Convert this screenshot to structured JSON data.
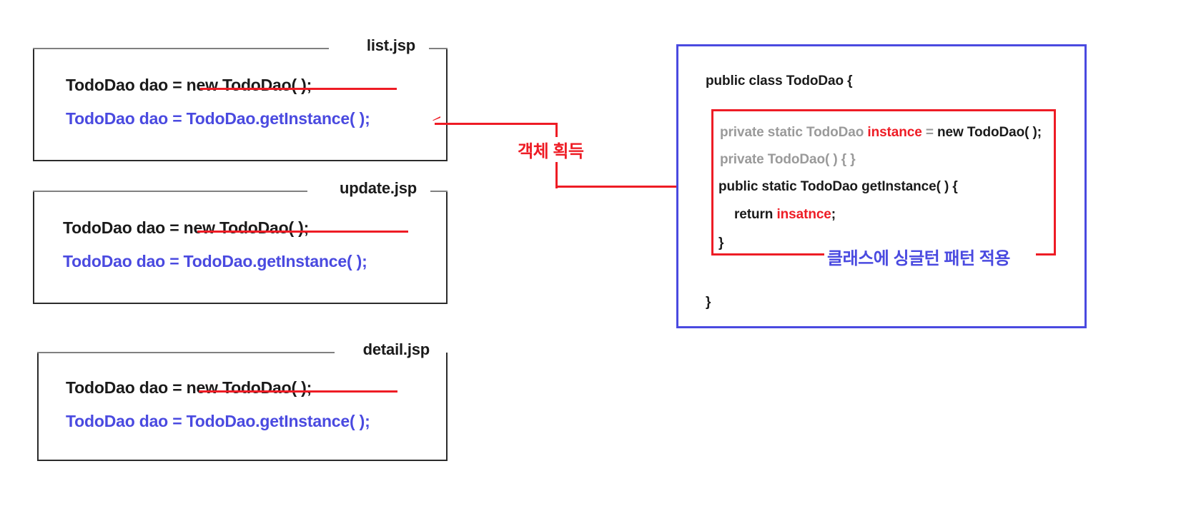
{
  "diagram": {
    "title": "TodoDao Singleton Pattern Diagram",
    "colors": {
      "red": "#ee1c25",
      "blue": "#4a4ae0",
      "black": "#1a1a1a",
      "gray": "#9a9a9a",
      "border_gray": "#808080"
    }
  },
  "jsp_boxes": [
    {
      "label": "list.jsp",
      "old_line": "TodoDao dao = new TodoDao( );",
      "new_line": "TodoDao dao = TodoDao.getInstance( );"
    },
    {
      "label": "update.jsp",
      "old_line": "TodoDao dao = new TodoDao( );",
      "new_line": "TodoDao dao = TodoDao.getInstance( );"
    },
    {
      "label": "detail.jsp",
      "old_line": "TodoDao dao = new TodoDao( );",
      "new_line": "TodoDao dao = TodoDao.getInstance( );"
    }
  ],
  "connector": {
    "label": "객체 획득"
  },
  "class_panel": {
    "class_declaration": "public class TodoDao {",
    "closing_brace": "}",
    "members": [
      {
        "id": "instance-field",
        "segments": [
          {
            "text": "private static TodoDao ",
            "style": "dim"
          },
          {
            "text": "instance",
            "style": "red"
          },
          {
            "text": " = ",
            "style": "dim"
          },
          {
            "text": "new TodoDao( );",
            "style": "black"
          }
        ]
      },
      {
        "id": "private-constructor",
        "segments": [
          {
            "text": "private TodoDao( ) { }",
            "style": "dim"
          }
        ]
      },
      {
        "id": "get-instance-method",
        "segments": [
          {
            "text": "public static TodoDao getInstance( ) {",
            "style": "black"
          }
        ]
      },
      {
        "id": "return-statement",
        "segments": [
          {
            "text": "return ",
            "style": "black"
          },
          {
            "text": "insatnce",
            "style": "red"
          },
          {
            "text": ";",
            "style": "black"
          }
        ]
      },
      {
        "id": "method-close-brace",
        "segments": [
          {
            "text": "}",
            "style": "black"
          }
        ]
      }
    ],
    "annotation": "클래스에 싱글턴 패턴 적용"
  }
}
